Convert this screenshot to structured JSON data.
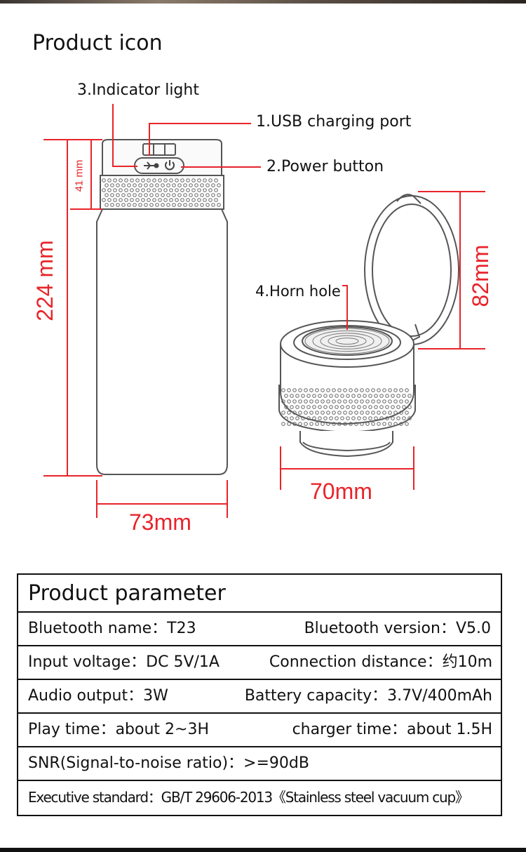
{
  "title": "Product icon",
  "labels": {
    "indicator_light": "3.Indicator light",
    "usb_port": "1.USB charging port",
    "power_button": "2.Power button",
    "horn_hole": "4.Horn hole"
  },
  "dimensions": {
    "cup_height": "224 mm",
    "lid_height": "41 mm",
    "cup_width": "73mm",
    "speaker_width": "70mm",
    "speaker_height": "82mm"
  },
  "table": {
    "title": "Product parameter",
    "rows": [
      {
        "left": "Bluetooth name：T23",
        "right": "Bluetooth version：V5.0"
      },
      {
        "left": "Input voltage：DC 5V/1A",
        "right": "Connection distance：约10m"
      },
      {
        "left": "Audio output：3W",
        "right": "Battery capacity：3.7V/400mAh"
      },
      {
        "left": "Play time：about 2~3H",
        "right": "charger time：about 1.5H"
      },
      {
        "left": "SNR(Signal-to-noise ratio)：>=90dB",
        "right": ""
      },
      {
        "left": "Executive standard：GB/T 29606-2013《Stainless steel vacuum cup》",
        "right": ""
      }
    ]
  },
  "colors": {
    "dimension_red": "#e8242a",
    "border": "#111111"
  }
}
